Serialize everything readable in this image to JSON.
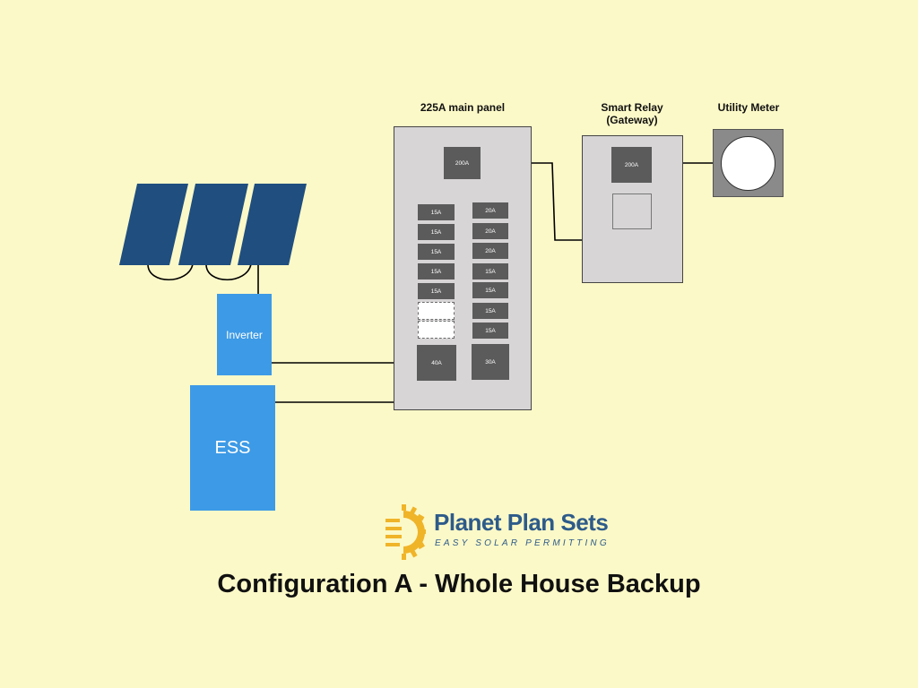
{
  "labels": {
    "main_panel": "225A main panel",
    "smart_relay_line1": "Smart Relay",
    "smart_relay_line2": "(Gateway)",
    "utility_meter": "Utility Meter"
  },
  "components": {
    "inverter": "Inverter",
    "ess": "ESS"
  },
  "main_panel": {
    "main_breaker": "200A",
    "left_column": [
      "15A",
      "15A",
      "15A",
      "15A",
      "15A",
      "",
      ""
    ],
    "right_column": [
      "20A",
      "20A",
      "20A",
      "15A",
      "15A",
      "15A",
      "15A"
    ],
    "left_bottom_breaker": "40A",
    "right_bottom_breaker": "30A"
  },
  "smart_relay": {
    "breaker": "200A"
  },
  "logo": {
    "name": "Planet Plan Sets",
    "tagline": "EASY SOLAR PERMITTING"
  },
  "title": "Configuration A - Whole House Backup",
  "colors": {
    "background": "#fcf9c8",
    "solar_panel": "#1f4e7f",
    "component_blue": "#3d9ae6",
    "panel_gray": "#d8d5d6",
    "breaker_gray": "#5b5b5b",
    "logo_gold": "#f0b429",
    "logo_blue": "#2d5b8a"
  }
}
